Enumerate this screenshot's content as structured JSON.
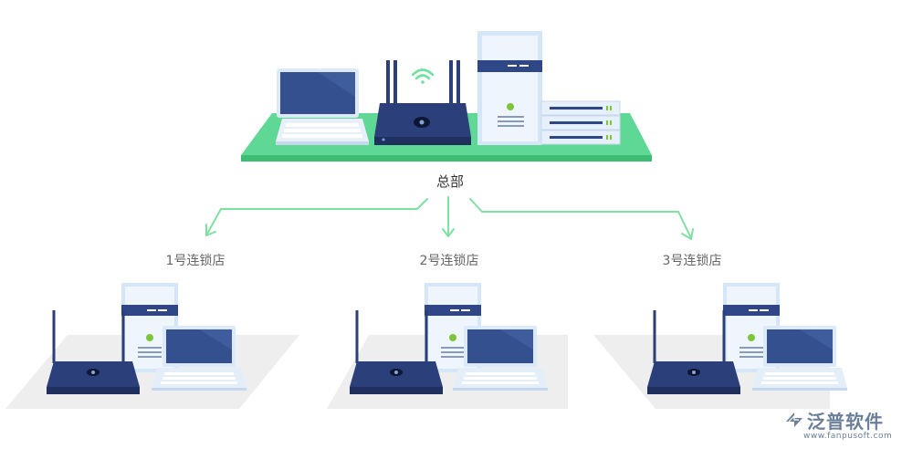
{
  "headquarters": {
    "label": "总部"
  },
  "stores": [
    {
      "label": "1号连锁店"
    },
    {
      "label": "2号连锁店"
    },
    {
      "label": "3号连锁店"
    }
  ],
  "brand": {
    "name": "泛普软件",
    "url": "www.fanpusoft.com"
  },
  "colors": {
    "platform_green": "#5fd895",
    "platform_green_dark": "#3cbf74",
    "arrow_green": "#7fe0a4",
    "device_navy": "#2b3f7a",
    "device_navy_dark": "#1f2f5e",
    "laptop_screen": "#34508f",
    "laptop_body": "#dbe9f8",
    "server_body": "#eaf3fc",
    "server_stripe": "#2f4687",
    "status_light": "#7cc43a",
    "floor_gray": "#eeeeee",
    "brand_gray": "#6a7f9a"
  }
}
